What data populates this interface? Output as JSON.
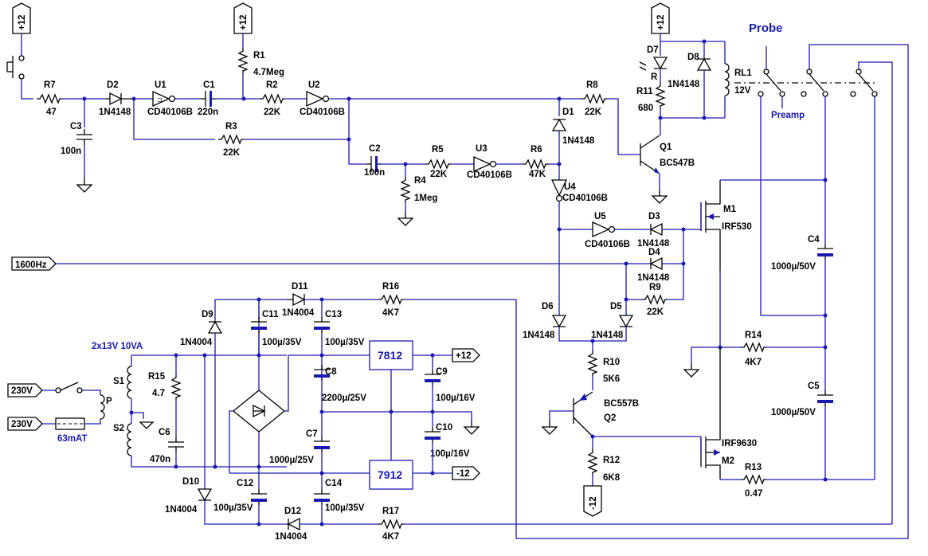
{
  "title": "Probe",
  "probe_sub": "Preamp",
  "rails": {
    "pos12": "+12",
    "neg12": "-12",
    "out_pos": "+12",
    "out_neg": "-12"
  },
  "ports": {
    "f1600": "1600Hz",
    "ac1": "230V",
    "ac2": "230V"
  },
  "transformer": {
    "label": "2x13V 10VA",
    "s1": "S1",
    "s2": "S2",
    "p": "P"
  },
  "fuse": "63mAT",
  "regulators": {
    "pos": "7812",
    "neg": "7912"
  },
  "relay": {
    "ref": "RL1",
    "value": "12V"
  },
  "resistors": {
    "R1": "4.7Meg",
    "R2": "22K",
    "R3": "22K",
    "R4": "1Meg",
    "R5": "22K",
    "R6": "47K",
    "R7": "47",
    "R8": "22K",
    "R9": "22K",
    "R10": "5K6",
    "R11": "680",
    "R12": "6K8",
    "R13": "0.47",
    "R14": "4K7",
    "R15": "4.7",
    "R16": "4K7",
    "R17": "4K7"
  },
  "capacitors": {
    "C1": "220n",
    "C2": "100n",
    "C3": "100n",
    "C4": "1000µ/50V",
    "C5": "1000µ/50V",
    "C6": "470n",
    "C7": "1000µ/25V",
    "C8": "2200µ/25V",
    "C9": "100µ/16V",
    "C10": "100µ/16V",
    "C11": "100µ/35V",
    "C12": "100µ/35V",
    "C13": "100µ/35V",
    "C14": "100µ/35V"
  },
  "diodes": {
    "D1": "1N4148",
    "D2": "1N4148",
    "D3": "1N4148",
    "D4": "1N4148",
    "D5": "1N4148",
    "D6": "1N4148",
    "D7": "",
    "D8": "1N4148",
    "D9": "1N4004",
    "D10": "1N4004",
    "D11": "1N4004",
    "D12": "1N4004"
  },
  "gates": {
    "U1": "CD40106B",
    "U2": "CD40106B",
    "U3": "CD40106B",
    "U4": "CD40106B",
    "U5": "CD40106B"
  },
  "transistors": {
    "Q1": "BC547B",
    "Q2": "BC557B",
    "M1": "IRF530",
    "M2": "IRF9630"
  },
  "misc": {
    "R_led": "R"
  }
}
